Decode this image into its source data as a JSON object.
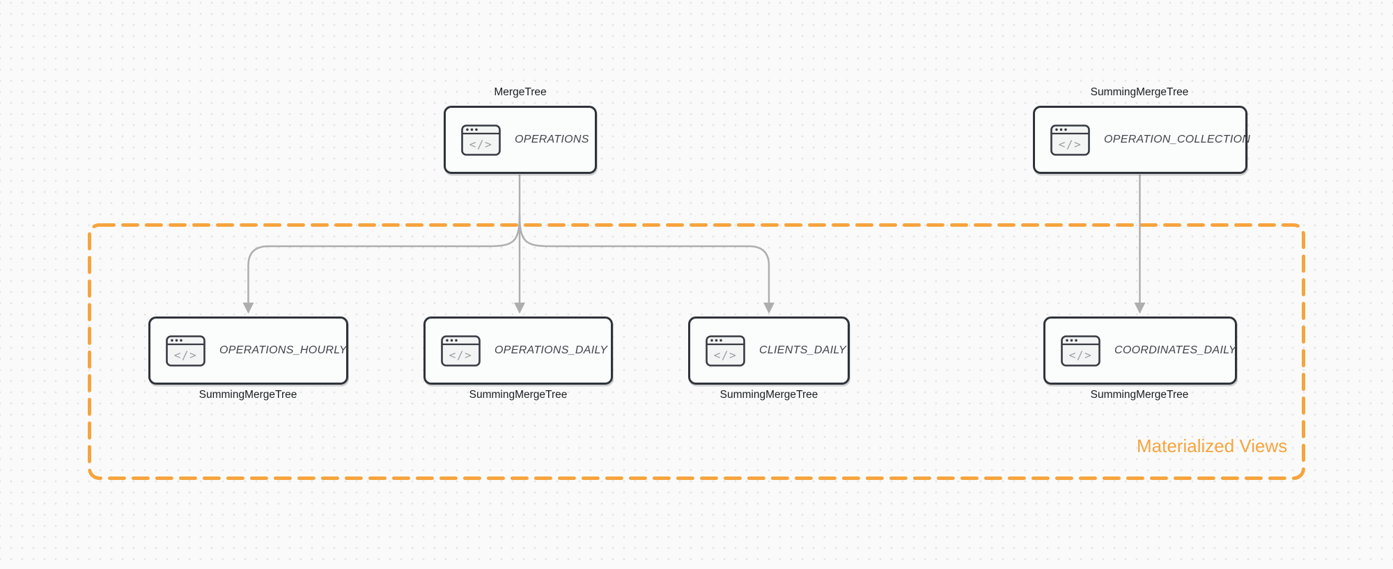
{
  "diagram": {
    "group_label": "Materialized Views",
    "icons": {
      "code_glyph": "</>",
      "code_window_icon_name": "code-window-icon"
    },
    "colors": {
      "canvas_bg": "#FAFAFA",
      "dot_grid": "#E4E4E4",
      "node_fill": "#FBFCFC",
      "node_border": "#2F343A",
      "node_text": "#3F444A",
      "engine_label_text": "#1A1D20",
      "arrow_gray": "#AEAEAE",
      "accent_orange": "#F6A43E",
      "icon_glyph_gray": "#9A9CA0"
    },
    "nodes": {
      "operations": {
        "table": "OPERATIONS",
        "engine": "MergeTree"
      },
      "operation_collection": {
        "table": "OPERATION_COLLECTION",
        "engine": "SummingMergeTree"
      },
      "operations_hourly": {
        "table": "OPERATIONS_HOURLY",
        "engine": "SummingMergeTree"
      },
      "operations_daily": {
        "table": "OPERATIONS_DAILY",
        "engine": "SummingMergeTree"
      },
      "clients_daily": {
        "table": "CLIENTS_DAILY",
        "engine": "SummingMergeTree"
      },
      "coordinates_daily": {
        "table": "COORDINATES_DAILY",
        "engine": "SummingMergeTree"
      }
    },
    "edges": [
      {
        "from": "OPERATIONS",
        "to": "OPERATIONS_HOURLY"
      },
      {
        "from": "OPERATIONS",
        "to": "OPERATIONS_DAILY"
      },
      {
        "from": "OPERATIONS",
        "to": "CLIENTS_DAILY"
      },
      {
        "from": "OPERATION_COLLECTION",
        "to": "COORDINATES_DAILY"
      }
    ]
  }
}
